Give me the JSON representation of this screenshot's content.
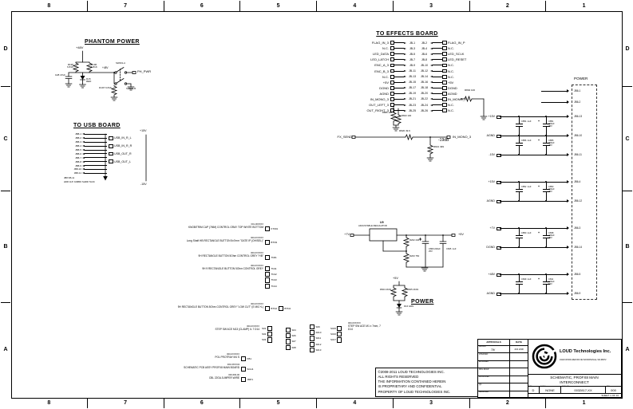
{
  "frame": {
    "columns": [
      "8",
      "7",
      "6",
      "5",
      "4",
      "3",
      "2",
      "1"
    ],
    "rows": [
      "D",
      "C",
      "B",
      "A"
    ]
  },
  "phantom": {
    "title": "PHANTOM POWER",
    "v48": "+48V",
    "c1": "C28 47uF",
    "r1": "R195 6.81K",
    "r2": "R196 6.81K",
    "d1": "D15 RED",
    "node_v48": "+48V",
    "sw_a": "SW201-A",
    "sw_b": "SW201-B",
    "r3": "R197 6.81K",
    "out": "PH_PWR"
  },
  "usb": {
    "title": "TO USB BOARD",
    "rows": [
      {
        "pin": "JB8-1",
        "net": ""
      },
      {
        "pin": "JB8-2",
        "net": "USB_IN_R_L"
      },
      {
        "pin": "JB8-3",
        "net": ""
      },
      {
        "pin": "JB8-4",
        "net": "USB_IN_R_R"
      },
      {
        "pin": "JB8-5",
        "net": ""
      },
      {
        "pin": "JB8-6",
        "net": "USB_OUT_R"
      },
      {
        "pin": "JB8-7",
        "net": ""
      },
      {
        "pin": "JB8-8",
        "net": "USB_OUT_L"
      },
      {
        "pin": "JB8-9",
        "net": ""
      },
      {
        "pin": "JB8-10",
        "net": ""
      },
      {
        "pin": "JB8-11",
        "net": ""
      }
    ],
    "rail_pos": "+15V",
    "rail_neg": "-15V",
    "ref": "JB8  KB-11",
    "desc": "HDR 11P JUMBO SHRD TACK"
  },
  "effects": {
    "title": "TO EFFECTS BOARD",
    "rows": [
      {
        "l": "FLAG_IN_3",
        "p1": "JB-1",
        "p2": "JB-2",
        "r": "FLAG_IN_P"
      },
      {
        "l": "N.C.",
        "p1": "JB-3",
        "p2": "JB-4",
        "r": "N.C."
      },
      {
        "l": "LED_DATA",
        "p1": "JB-5",
        "p2": "JB-6",
        "r": "LED_SCLK"
      },
      {
        "l": "LED_LATCH",
        "p1": "JB-7",
        "p2": "JB-8",
        "r": "LED_RESET"
      },
      {
        "l": "ENC_A_3",
        "p1": "JB-9",
        "p2": "JB-10",
        "r": "N.C."
      },
      {
        "l": "ENC_B_3",
        "p1": "JB-11",
        "p2": "JB-12",
        "r": "N.C."
      },
      {
        "l": "N.C.",
        "p1": "JB-13",
        "p2": "JB-14",
        "r": "N.C."
      },
      {
        "l": "+5V",
        "p1": "JB-15",
        "p2": "JB-16",
        "r": "+5V"
      },
      {
        "l": "DGND",
        "p1": "JB-17",
        "p2": "JB-18",
        "r": "DGND"
      },
      {
        "l": "AGND",
        "p1": "JB-19",
        "p2": "JB-20",
        "r": "AGND"
      },
      {
        "l": "IN_MONO_3",
        "p1": "JB-21",
        "p2": "JB-22",
        "r": "IN_MONO_P"
      },
      {
        "l": "OUT_LEFT_3",
        "p1": "JB-23",
        "p2": "JB-24",
        "r": "N.C."
      },
      {
        "l": "OUT_RIGHT_3",
        "p1": "JB-25",
        "p2": "JB-26",
        "r": "N.C."
      }
    ],
    "r809": "R809 100",
    "r823": "R823 100",
    "r802": "R802 100"
  },
  "fx": {
    "in": "FX_SEND",
    "r_series": "R820 49.9",
    "r_shunt": "R821 499",
    "gain": "-19dB",
    "out": "IN_MONO_3"
  },
  "regulator": {
    "ref": "U9",
    "desc": "ADJUSTABLE REGULATOR",
    "vin": "+7V",
    "vout": "+5V",
    "r1": "R202 240",
    "r2": "R203 750",
    "c1": "C809 220uF 25V",
    "c2": "C845 .1uF"
  },
  "power_led": {
    "title": "POWER",
    "vcc": "+5V",
    "r1": "R604 2K49",
    "r2": "R605 2K49",
    "d": "D16 GRN"
  },
  "power_conn": {
    "title": "POWER",
    "rows": [
      {
        "type": "stub",
        "pin": "JB6-1"
      },
      {
        "type": "stub",
        "pin": "JB6-2"
      },
      {
        "type": "rail",
        "label": "+15V",
        "pin": "JB6-13",
        "caps": [
          {
            "ref": "C854",
            "val": ".1uF"
          },
          {
            "ref": "C851",
            "val": "220uF 25V",
            "pol": true
          }
        ]
      },
      {
        "type": "rail",
        "label": "AGND",
        "pin": "JB6-10",
        "caps": [
          {
            "ref": "C856",
            "val": ".1uF"
          },
          {
            "ref": "C855",
            "val": "220uF 25V",
            "pol": true
          }
        ]
      },
      {
        "type": "rail",
        "label": "-15V",
        "pin": "JB6-11"
      },
      {
        "type": "rail",
        "label": "+15V",
        "pin": "JB6-4",
        "gap": true,
        "caps": [
          {
            "ref": "C852",
            "val": ".1uF"
          },
          {
            "ref": "C853",
            "val": "220uF 25V",
            "pol": true
          }
        ]
      },
      {
        "type": "rail",
        "label": "AGND",
        "pin": "JB6-12"
      },
      {
        "type": "rail",
        "label": "+7V",
        "pin": "JB6-3",
        "gap": true,
        "caps": [
          {
            "ref": "C850",
            "val": ".1uF"
          },
          {
            "ref": "C838",
            "val": "220uF 25V",
            "pol": true
          }
        ]
      },
      {
        "type": "rail",
        "label": "DGND",
        "pin": "JB6-14"
      },
      {
        "type": "rail",
        "label": "+48V",
        "pin": "JB6-5",
        "gap": true,
        "caps": [
          {
            "ref": "C849",
            "val": ".1uF"
          },
          {
            "ref": "C811",
            "val": "100uF 63V",
            "pol": true
          }
        ]
      },
      {
        "type": "rail",
        "label": "AGND",
        "pin": "JB6-9"
      }
    ]
  },
  "bom": {
    "rows": [
      {
        "part": "001-00XXXX",
        "desc": "KNOB/TRIM CAP (7MM) CONTROL GRAY TOP WHITE BOTTOM",
        "boxes": [
          "KT001"
        ]
      },
      {
        "part": "000-0XXXXX",
        "desc": "Long Shaft HB RECTANGLE BUTTON 5x7mm \"GATE IP (OH/SEL)\"",
        "boxes": [
          "BTN9"
        ]
      },
      {
        "part": "000-0XXXXX",
        "desc": "9H RECTANGLE BUTTON 5Ohm CONTROL GREY \"HB\"",
        "boxes": [
          "TN01"
        ]
      },
      {
        "part": "000-0XXXXX",
        "desc": "9H 9 RECTANGLE BUTTON 5Ohm CONTROL GREY",
        "boxes": [
          "TN11",
          "TN12",
          "TN13",
          "TN14"
        ]
      },
      {
        "part": "000-0XXXXX",
        "desc": "9H RECTANGLE BUTTON 5Ohm CONTROL GREY \"LOW CUT\" (E MIC+L)",
        "boxes": [
          "BTN2",
          "BTN4"
        ]
      }
    ],
    "step": {
      "part": "000-0XXXXX",
      "desc": "STEP SW ACE M13 (CLAMP) IL 7 D14",
      "g1": [
        "S01",
        "S02",
        "S03"
      ],
      "g2": [
        "S04",
        "S06",
        "S07",
        "S08"
      ],
      "g3": [
        "S09",
        "S010",
        "S011",
        "S012",
        "S013"
      ],
      "g4": [
        "S015",
        "S016",
        "S017"
      ],
      "part2": "000-0XXXXX",
      "desc2": "STEP SW ACE M1 x 7mm, 7 D14"
    },
    "tail": [
      {
        "part": "000-0XXXXX",
        "desc": "POL PROTRAY M4 S",
        "boxes": [
          "KB1"
        ]
      },
      {
        "part": "000-0XXX43",
        "desc": "SCHEMATIC PCB ASSY PROFX8 MAIN BOARD",
        "boxes": [
          "SCH1"
        ]
      },
      {
        "part": "000-600-00",
        "desc": "CBL 22GA JUMPER WIRE",
        "boxes": [
          "JMP1"
        ]
      }
    ]
  },
  "copyright": {
    "lines": [
      "©2008-2011 LOUD TECHNOLOGIES INC.",
      "ALL RIGHTS RESERVED",
      "THE INFORMATION CONTAINED HEREIN",
      "IS PROPRIETARY AND CONFIDENTIAL",
      "PROPERTY OF LOUD TECHNOLOGIES INC."
    ]
  },
  "titleblock": {
    "company": "LOUD Technologies Inc.",
    "address": "16220 WOOD-RED RD NE  WOODINVILLE, WA 98072",
    "title1": "SCHEMATIC, PROFX8 MAIN",
    "title2": "INTERCONNECT",
    "size_h": "SIZE",
    "size": "D",
    "scale_h": "SCALE",
    "scale": "NONE",
    "dwg_h": "DWG. NO.",
    "dwg": "0032817-XX",
    "rev_h": "REV.",
    "rev": "000",
    "sheet": "SHEET   1  OF  10",
    "approvals": {
      "h1": "APPROVALS",
      "h2": "DATE",
      "rows": [
        {
          "label": "DRAWN",
          "val": "TW",
          "date": "JUN 2008"
        },
        {
          "label": "CHECKED",
          "val": "",
          "date": ""
        },
        {
          "label": "ENGINEER",
          "val": "",
          "date": ""
        },
        {
          "label": "MFG ENGR",
          "val": "",
          "date": ""
        },
        {
          "label": "APPROVED",
          "val": "",
          "date": ""
        },
        {
          "label": "QA",
          "val": "",
          "date": ""
        },
        {
          "label": "RELEASED",
          "val": "",
          "date": ""
        }
      ]
    }
  }
}
